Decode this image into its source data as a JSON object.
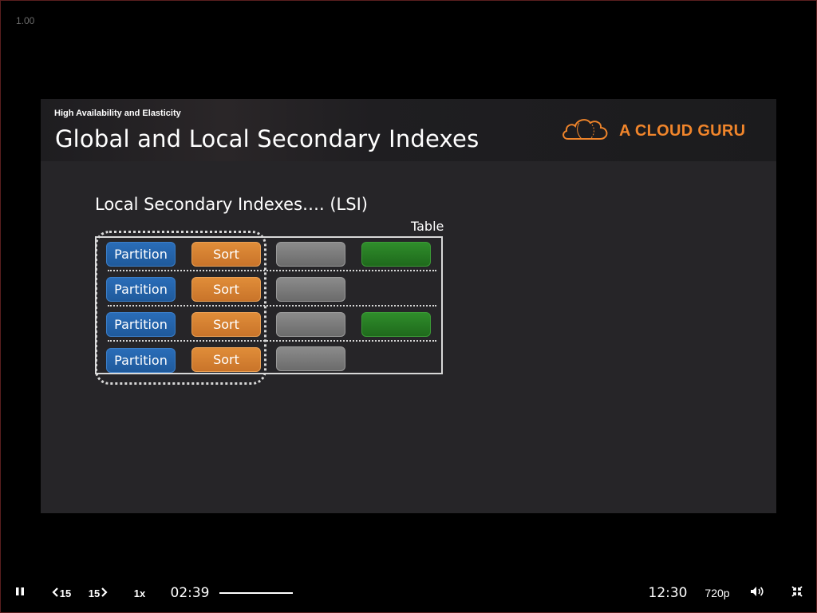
{
  "player": {
    "playback_rate_overlay": "1.00",
    "controls": {
      "skip_back_label": "15",
      "skip_forward_label": "15",
      "speed_label": "1x",
      "current_time": "02:39",
      "duration": "12:30",
      "quality": "720p",
      "progress_fraction": 0.21
    }
  },
  "slide": {
    "kicker": "High Availability and Elasticity",
    "title": "Global and Local Secondary Indexes",
    "brand": "A CLOUD GURU",
    "brand_color": "#f0852b",
    "heading": "Local Secondary Indexes…. (LSI)",
    "table_label": "Table",
    "rows": [
      {
        "partition": "Partition",
        "sort": "Sort",
        "has_attribute2": true
      },
      {
        "partition": "Partition",
        "sort": "Sort",
        "has_attribute2": false
      },
      {
        "partition": "Partition",
        "sort": "Sort",
        "has_attribute2": true
      },
      {
        "partition": "Partition",
        "sort": "Sort",
        "has_attribute2": false
      }
    ],
    "colors": {
      "partition": "#1f5a9c",
      "sort": "#c9742a",
      "attribute": "#7a7a7a",
      "attribute2": "#2a7a26"
    }
  }
}
